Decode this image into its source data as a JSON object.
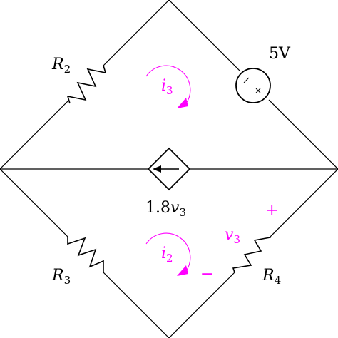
{
  "components": {
    "r2": {
      "name": "R",
      "sub": "2"
    },
    "r3": {
      "name": "R",
      "sub": "3"
    },
    "r4": {
      "name": "R",
      "sub": "4"
    },
    "voltage_source": {
      "value": "5V",
      "minus_sign": "−",
      "plus_sign": "×"
    },
    "dependent_source": {
      "coef": "1.8",
      "var": "v",
      "sub": "3"
    }
  },
  "loops": {
    "i3": {
      "name": "i",
      "sub": "3"
    },
    "i2": {
      "name": "i",
      "sub": "2"
    }
  },
  "voltage_label": {
    "name": "v",
    "sub": "3",
    "plus": "+",
    "minus": "−"
  },
  "colors": {
    "wire": "#000000",
    "annotation": "#ff00ff"
  }
}
